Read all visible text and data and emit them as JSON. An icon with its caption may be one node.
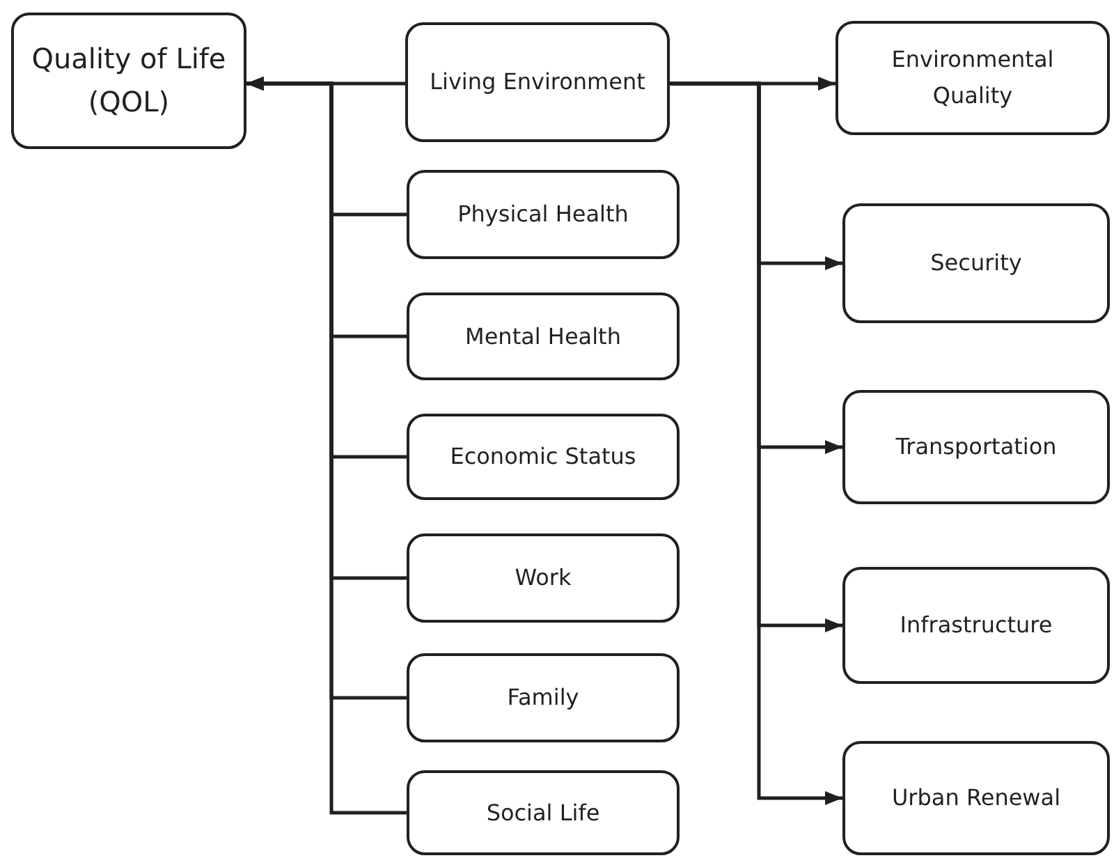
{
  "diagram": {
    "nodes": [
      {
        "text": [
          "Quality of Life (QOL)"
        ]
      },
      {
        "text": [
          "Living Environment"
        ]
      },
      {
        "text": [
          "Environmental Quality"
        ]
      },
      {
        "text": [
          "Physical Health"
        ]
      },
      {
        "text": [
          "Mental Health"
        ]
      },
      {
        "text": [
          "Economic Status"
        ]
      },
      {
        "text": [
          "Work"
        ]
      },
      {
        "text": [
          "Family"
        ]
      },
      {
        "text": [
          "Social Life"
        ]
      },
      {
        "text": [
          "Security"
        ]
      },
      {
        "text": [
          "Transportation"
        ]
      },
      {
        "text": [
          "Infrastructure"
        ]
      },
      {
        "text": [
          "Urban Renewal"
        ]
      }
    ],
    "edges": [
      {
        "from": 1,
        "to": 0,
        "arrow": "to"
      },
      {
        "from": 3,
        "to": 0,
        "arrow": "to"
      },
      {
        "from": 4,
        "to": 0,
        "arrow": "to"
      },
      {
        "from": 5,
        "to": 0,
        "arrow": "to"
      },
      {
        "from": 6,
        "to": 0,
        "arrow": "to"
      },
      {
        "from": 7,
        "to": 0,
        "arrow": "to"
      },
      {
        "from": 8,
        "to": 0,
        "arrow": "to"
      },
      {
        "from": 1,
        "to": 2,
        "arrow": "to"
      },
      {
        "from": 1,
        "to": 9,
        "arrow": "to"
      },
      {
        "from": 1,
        "to": 10,
        "arrow": "to"
      },
      {
        "from": 1,
        "to": 11,
        "arrow": "to"
      },
      {
        "from": 1,
        "to": 12,
        "arrow": "to"
      }
    ]
  }
}
